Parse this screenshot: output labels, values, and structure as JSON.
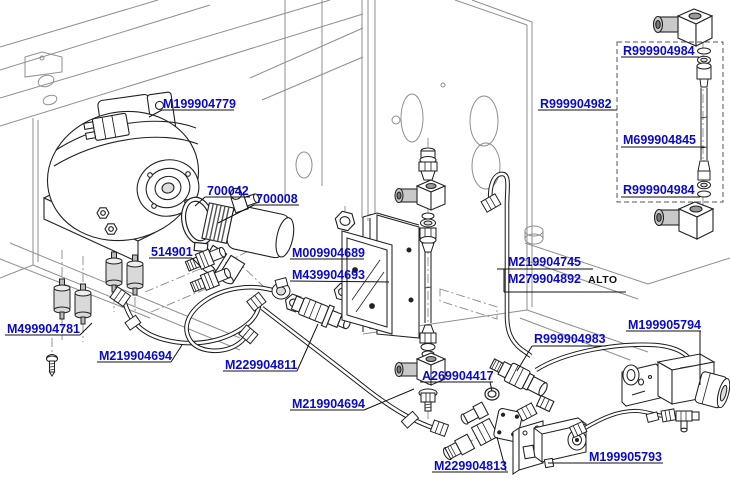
{
  "diagram": {
    "type": "exploded-parts-diagram",
    "background": "#ffffff",
    "label_color": "#0a0ac8",
    "line_color": "#222222",
    "frame_color": "#8f8f8f"
  },
  "labels": [
    {
      "id": "M199904779",
      "text": "M199904779"
    },
    {
      "id": "700042",
      "text": "700042"
    },
    {
      "id": "700008",
      "text": "700008"
    },
    {
      "id": "514901",
      "text": "514901"
    },
    {
      "id": "M009904689",
      "text": "M009904689"
    },
    {
      "id": "M439904693",
      "text": "M439904693"
    },
    {
      "id": "M499904781",
      "text": "M499904781"
    },
    {
      "id": "M219904694-a",
      "text": "M219904694"
    },
    {
      "id": "M229904811",
      "text": "M229904811"
    },
    {
      "id": "M219904694-b",
      "text": "M219904694"
    },
    {
      "id": "A269904417",
      "text": "A269904417"
    },
    {
      "id": "M229904813",
      "text": "M229904813"
    },
    {
      "id": "M199905793",
      "text": "M199905793"
    },
    {
      "id": "M199905794",
      "text": "M199905794"
    },
    {
      "id": "R999904983",
      "text": "R999904983"
    },
    {
      "id": "M219904745",
      "text": "M219904745"
    },
    {
      "id": "M279904892",
      "text": "M279904892",
      "note": "ALTO"
    },
    {
      "id": "R999904982",
      "text": "R999904982"
    },
    {
      "id": "R999904984-top",
      "text": "R999904984"
    },
    {
      "id": "M699904845",
      "text": "M699904845"
    },
    {
      "id": "R999904984-bottom",
      "text": "R999904984"
    }
  ]
}
